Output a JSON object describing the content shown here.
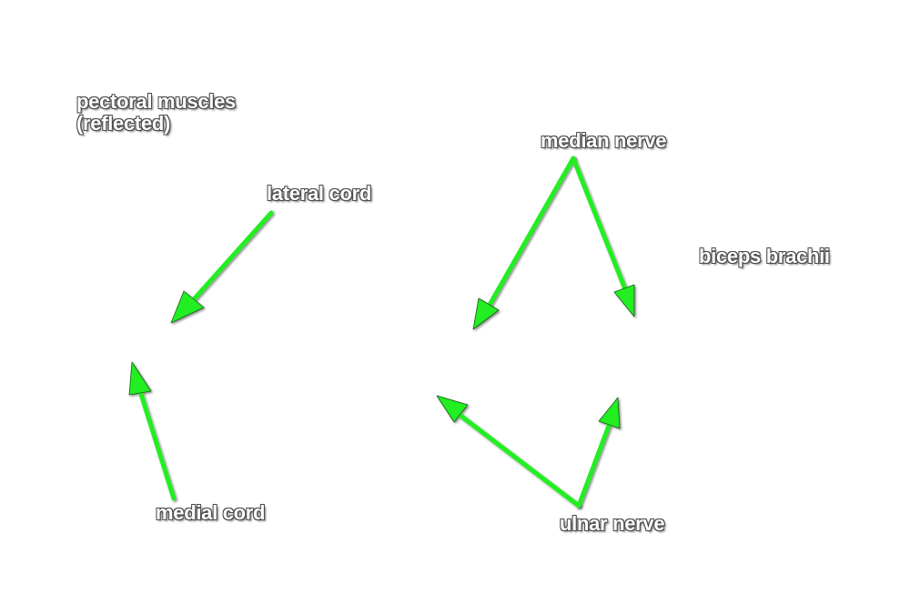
{
  "labels": {
    "pectoral_line1": "pectoral muscles",
    "pectoral_line2": "(reflected)",
    "lateral_cord": "lateral cord",
    "medial_cord": "medial cord",
    "median_nerve": "median nerve",
    "biceps_brachii": "biceps brachii",
    "ulnar_nerve": "ulnar nerve"
  },
  "colors": {
    "arrow": "#22ee22",
    "arrow_outline": "#1a5c1a",
    "label_text": "#ffffff",
    "label_outline": "#4a4a4a"
  }
}
